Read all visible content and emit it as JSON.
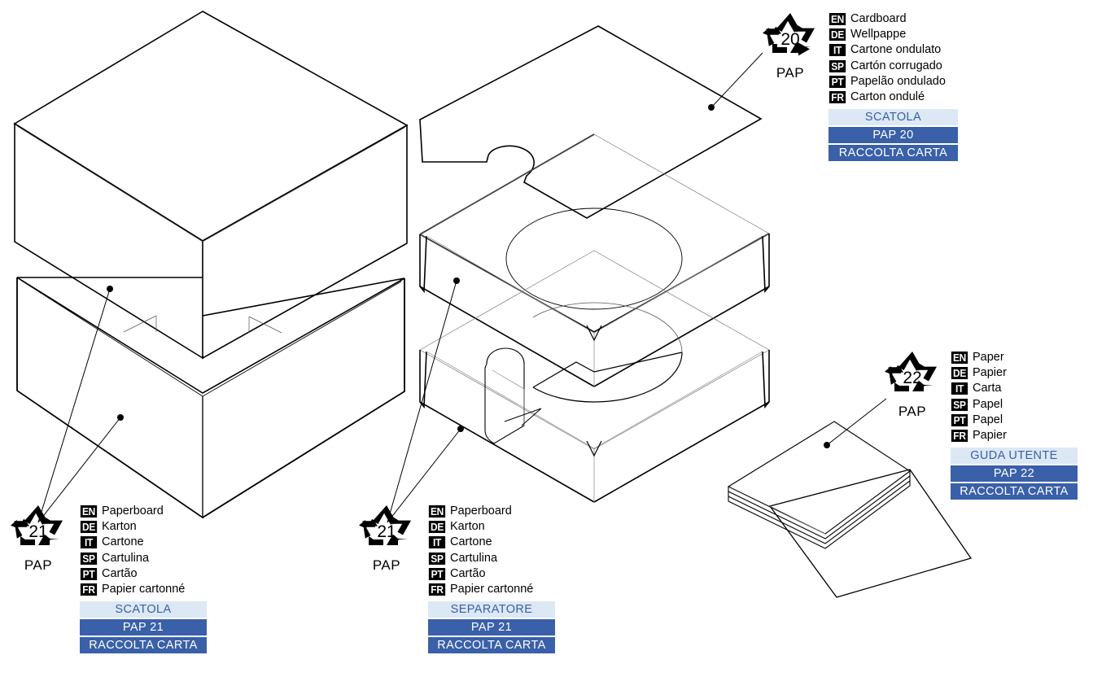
{
  "diagram": {
    "title": "Exploded packaging recycling diagram",
    "colors": {
      "band_light_bg": "#dce8f4",
      "band_light_text": "#3960a8",
      "band_solid_bg": "#3960a8",
      "band_solid_text": "#ffffff",
      "line": "#000000",
      "background": "#ffffff"
    }
  },
  "legends": [
    {
      "id": "pap20",
      "symbol": {
        "icon": "mobius-loop-recycling-icon",
        "number": "20",
        "material_code": "PAP"
      },
      "languages": [
        {
          "tag": "EN",
          "text": "Cardboard"
        },
        {
          "tag": "DE",
          "text": "Wellpappe"
        },
        {
          "tag": "IT",
          "text": "Cartone ondulato"
        },
        {
          "tag": "SP",
          "text": "Cartón corrugado"
        },
        {
          "tag": "PT",
          "text": "Papelão ondulado"
        },
        {
          "tag": "FR",
          "text": "Carton ondulé"
        }
      ],
      "bands": [
        {
          "style": "light",
          "text": "SCATOLA"
        },
        {
          "style": "solid",
          "text": "PAP 20"
        },
        {
          "style": "solid",
          "text": "RACCOLTA CARTA"
        }
      ]
    },
    {
      "id": "pap22",
      "symbol": {
        "icon": "mobius-loop-recycling-icon",
        "number": "22",
        "material_code": "PAP"
      },
      "languages": [
        {
          "tag": "EN",
          "text": "Paper"
        },
        {
          "tag": "DE",
          "text": "Papier"
        },
        {
          "tag": "IT",
          "text": "Carta"
        },
        {
          "tag": "SP",
          "text": "Papel"
        },
        {
          "tag": "PT",
          "text": "Papel"
        },
        {
          "tag": "FR",
          "text": "Papier"
        }
      ],
      "bands": [
        {
          "style": "light",
          "text": "GUDA UTENTE"
        },
        {
          "style": "solid",
          "text": "PAP 22"
        },
        {
          "style": "solid",
          "text": "RACCOLTA CARTA"
        }
      ]
    },
    {
      "id": "pap21-left",
      "symbol": {
        "icon": "mobius-loop-recycling-icon",
        "number": "21",
        "material_code": "PAP"
      },
      "languages": [
        {
          "tag": "EN",
          "text": "Paperboard"
        },
        {
          "tag": "DE",
          "text": "Karton"
        },
        {
          "tag": "IT",
          "text": "Cartone"
        },
        {
          "tag": "SP",
          "text": "Cartulina"
        },
        {
          "tag": "PT",
          "text": "Cartão"
        },
        {
          "tag": "FR",
          "text": "Papier cartonné"
        }
      ],
      "bands": [
        {
          "style": "light",
          "text": "SCATOLA"
        },
        {
          "style": "solid",
          "text": "PAP 21"
        },
        {
          "style": "solid",
          "text": "RACCOLTA CARTA"
        }
      ]
    },
    {
      "id": "pap21-mid",
      "symbol": {
        "icon": "mobius-loop-recycling-icon",
        "number": "21",
        "material_code": "PAP"
      },
      "languages": [
        {
          "tag": "EN",
          "text": "Paperboard"
        },
        {
          "tag": "DE",
          "text": "Karton"
        },
        {
          "tag": "IT",
          "text": "Cartone"
        },
        {
          "tag": "SP",
          "text": "Cartulina"
        },
        {
          "tag": "PT",
          "text": "Cartão"
        },
        {
          "tag": "FR",
          "text": "Papier cartonné"
        }
      ],
      "bands": [
        {
          "style": "light",
          "text": "SEPARATORE"
        },
        {
          "style": "solid",
          "text": "PAP 21"
        },
        {
          "style": "solid",
          "text": "RACCOLTA CARTA"
        }
      ]
    }
  ],
  "components": [
    {
      "name": "box-lid-left",
      "description": "Isometric box lid, upper left"
    },
    {
      "name": "box-base-left",
      "description": "Isometric box base, lower left"
    },
    {
      "name": "flat-panel-center-top",
      "description": "Flat diamond panel with notch, center top"
    },
    {
      "name": "tray-center-upper",
      "description": "Tray with circular cutout, center"
    },
    {
      "name": "tray-center-lower",
      "description": "Separator tray with circular cutout and tab, center lower"
    },
    {
      "name": "booklet-stack",
      "description": "Stacked paper booklet / user guide, lower right"
    }
  ]
}
